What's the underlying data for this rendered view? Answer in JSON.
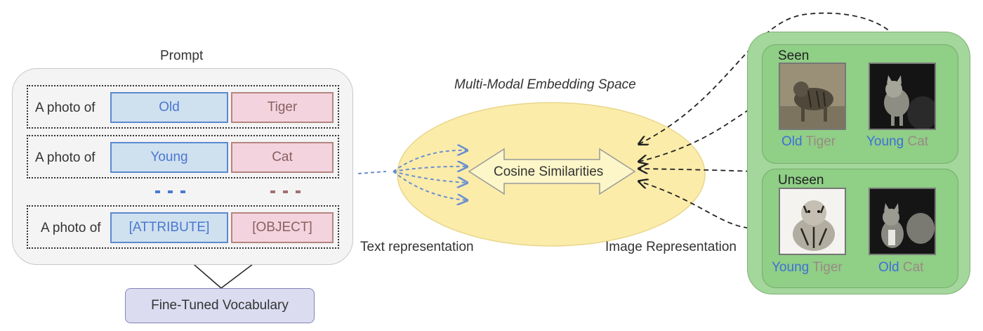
{
  "prompt": {
    "title": "Prompt",
    "rows": [
      {
        "lead": "A photo of",
        "attribute": "Old",
        "object": "Tiger"
      },
      {
        "lead": "A photo of",
        "attribute": "Young",
        "object": "Cat"
      },
      {
        "lead": "A photo of",
        "attribute": "[ATTRIBUTE]",
        "object": "[OBJECT]"
      }
    ]
  },
  "vocabulary": {
    "label": "Fine-Tuned Vocabulary"
  },
  "embedding": {
    "title": "Multi-Modal Embedding Space",
    "center_label": "Cosine Similarities",
    "text_rep": "Text representation",
    "image_rep": "Image Representation"
  },
  "images": {
    "seen_label": "Seen",
    "unseen_label": "Unseen",
    "seen": [
      {
        "attribute": "Old",
        "object": "Tiger"
      },
      {
        "attribute": "Young",
        "object": "Cat"
      }
    ],
    "unseen": [
      {
        "attribute": "Young",
        "object": "Tiger"
      },
      {
        "attribute": "Old",
        "object": "Cat"
      }
    ]
  },
  "colors": {
    "attribute": "#3f6fd8",
    "object": "#9a8a84",
    "ellipse": "#fbecaa",
    "green": "#a3d79b"
  }
}
